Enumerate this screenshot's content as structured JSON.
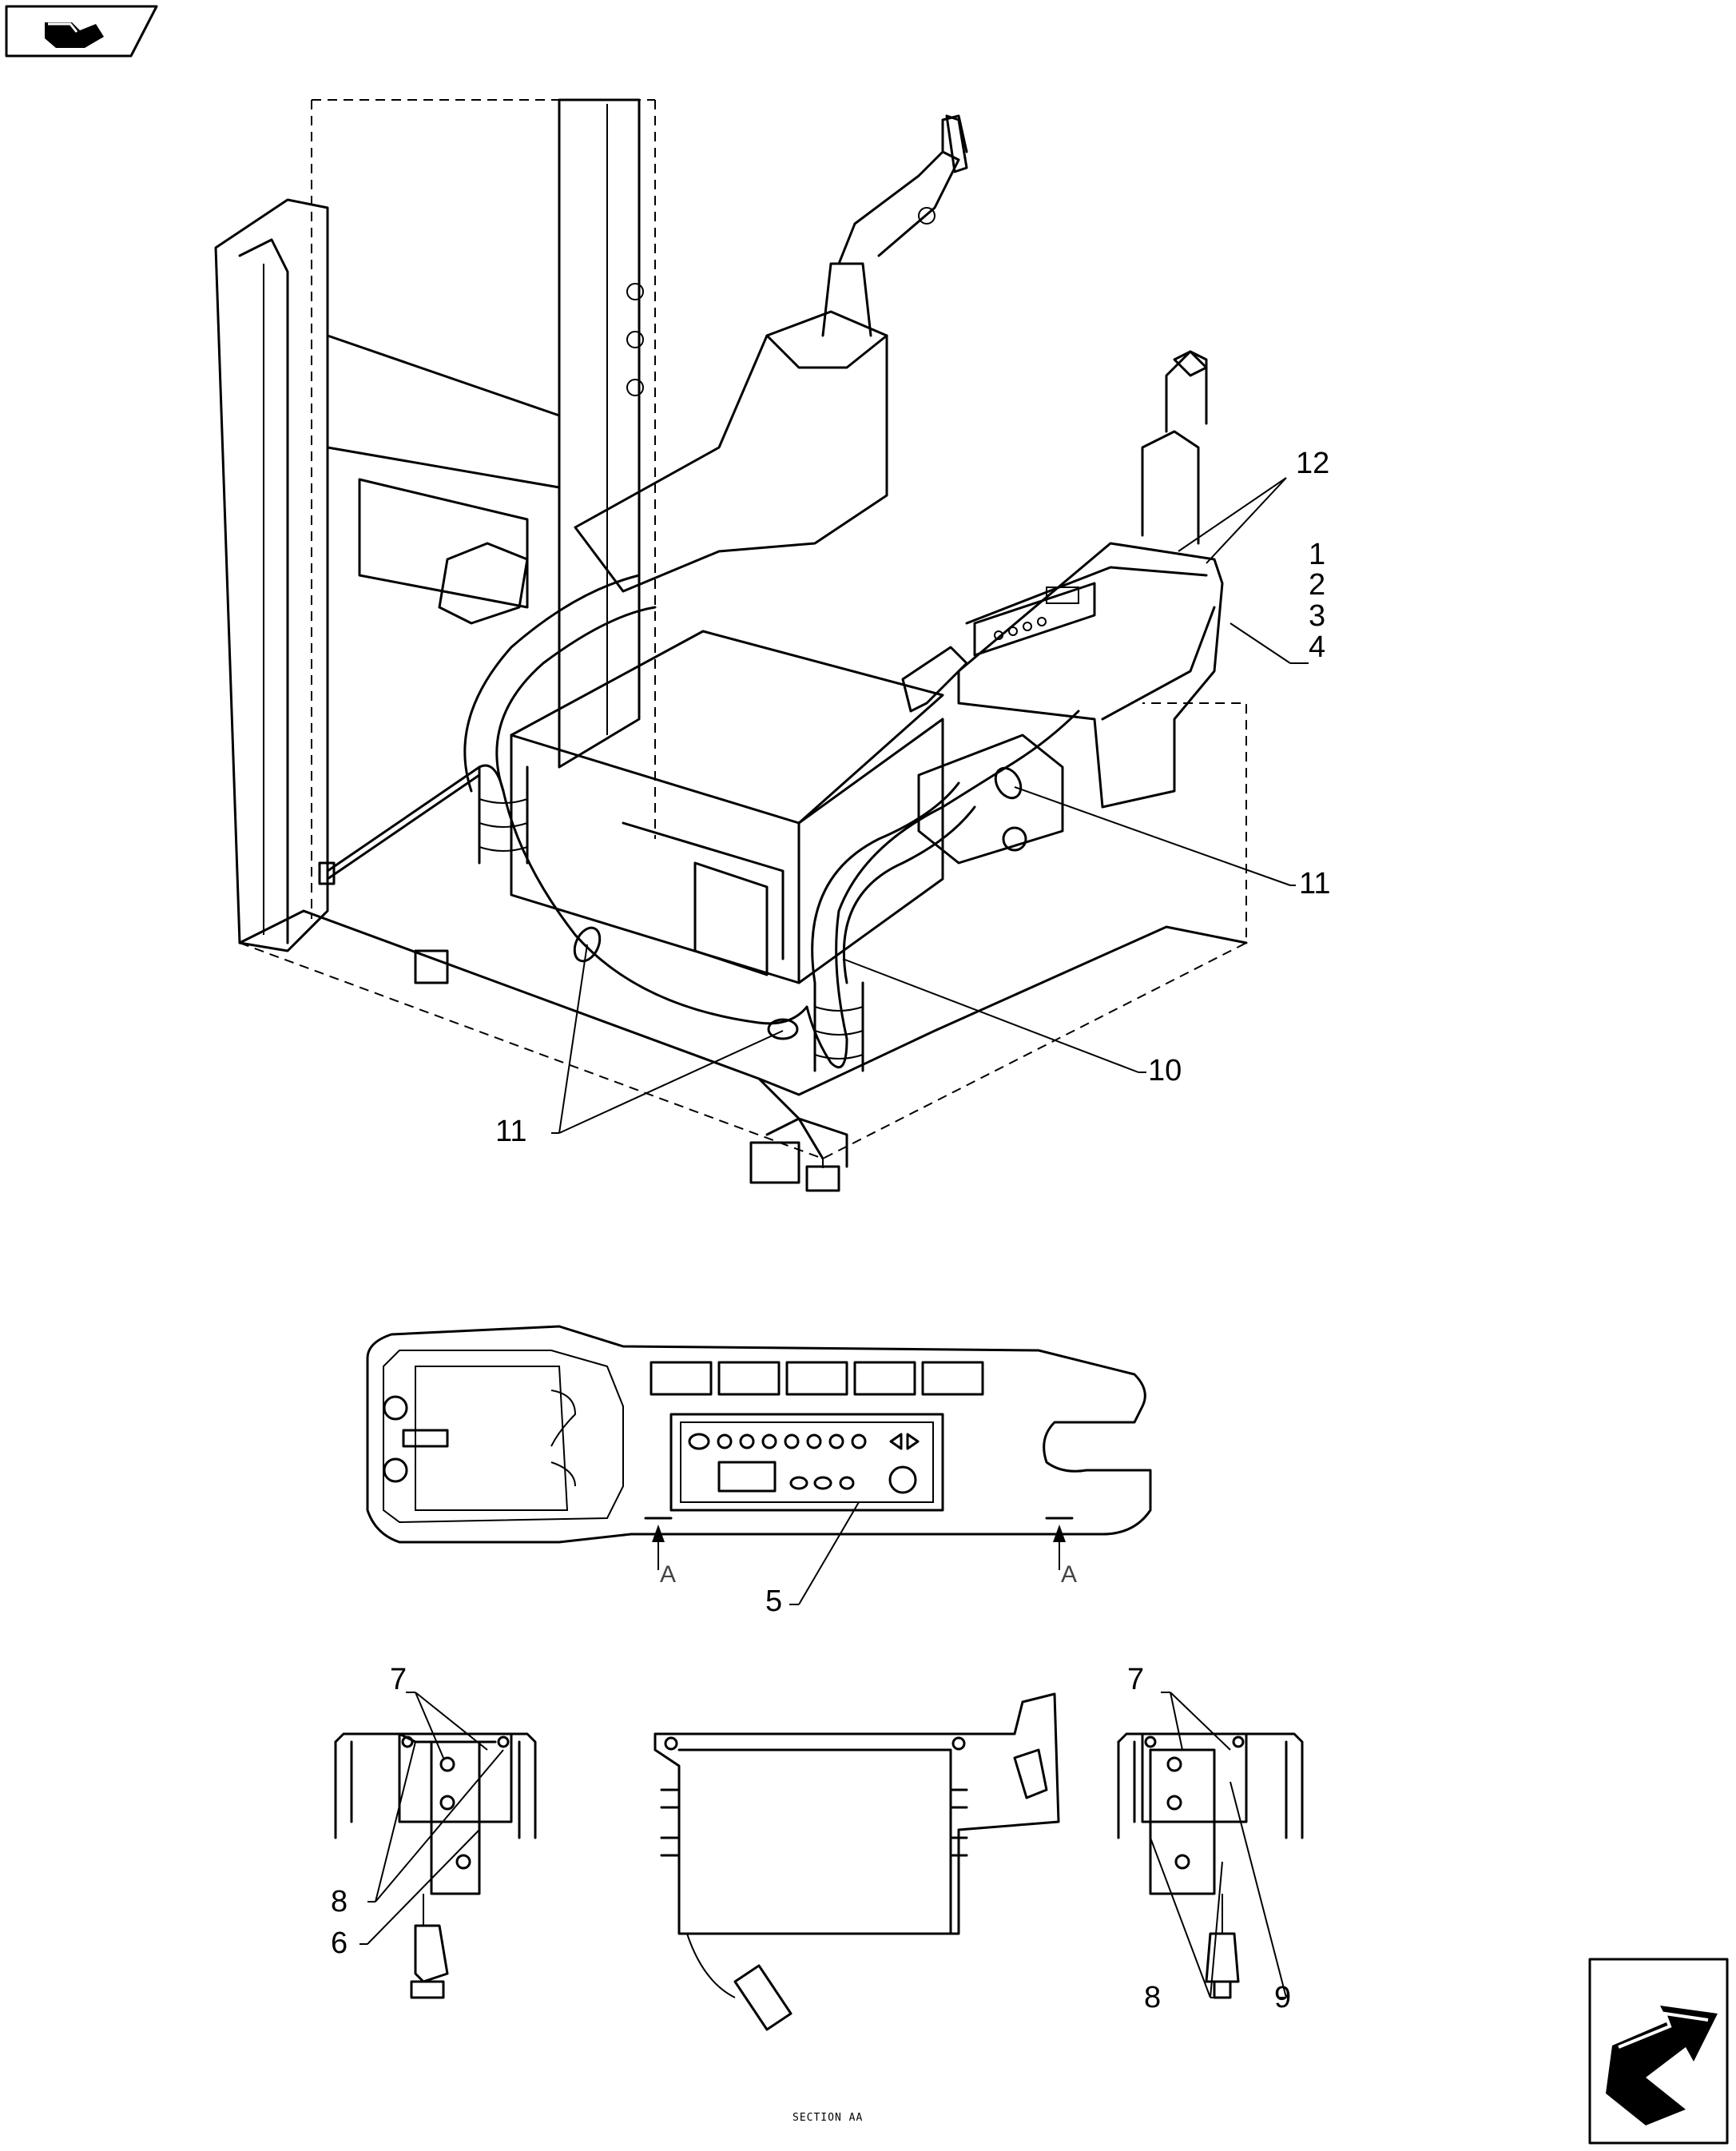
{
  "callouts": {
    "c12": "12",
    "c1": "1",
    "c2": "2",
    "c3": "3",
    "c4": "4",
    "c11a": "11",
    "c10": "10",
    "c11b": "11",
    "c5": "5",
    "c7a": "7",
    "c8a": "8",
    "c6": "6",
    "c7b": "7",
    "c8b": "8",
    "c9": "9"
  },
  "section_marks": {
    "left": "A",
    "right": "A"
  },
  "section_caption": "SECTION AA",
  "icons": {
    "top_left": "back-arrow-icon",
    "bottom_right": "forward-arrow-icon"
  }
}
